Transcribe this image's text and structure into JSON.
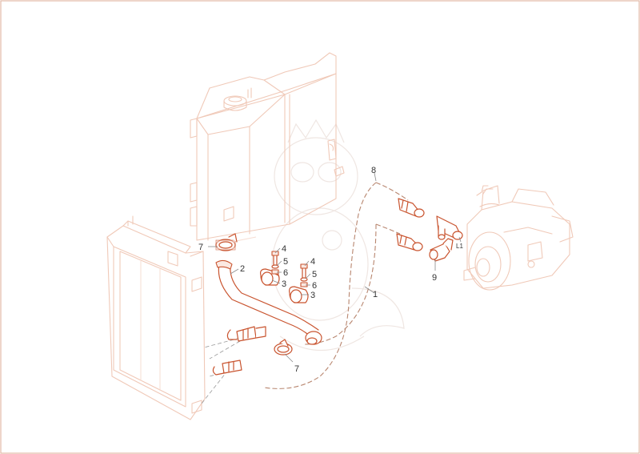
{
  "callouts": {
    "c1": "1",
    "c2": "2",
    "c3a": "3",
    "c3b": "3",
    "c4a": "4",
    "c4b": "4",
    "c5a": "5",
    "c5b": "5",
    "c6a": "6",
    "c6b": "6",
    "c7a": "7",
    "c7b": "7",
    "c8": "8",
    "c9": "9",
    "l1": "L1"
  },
  "colors": {
    "part_stroke": "#c9542f",
    "ghost_stroke": "#f0c9b8",
    "frame": "#e2b9a6"
  }
}
